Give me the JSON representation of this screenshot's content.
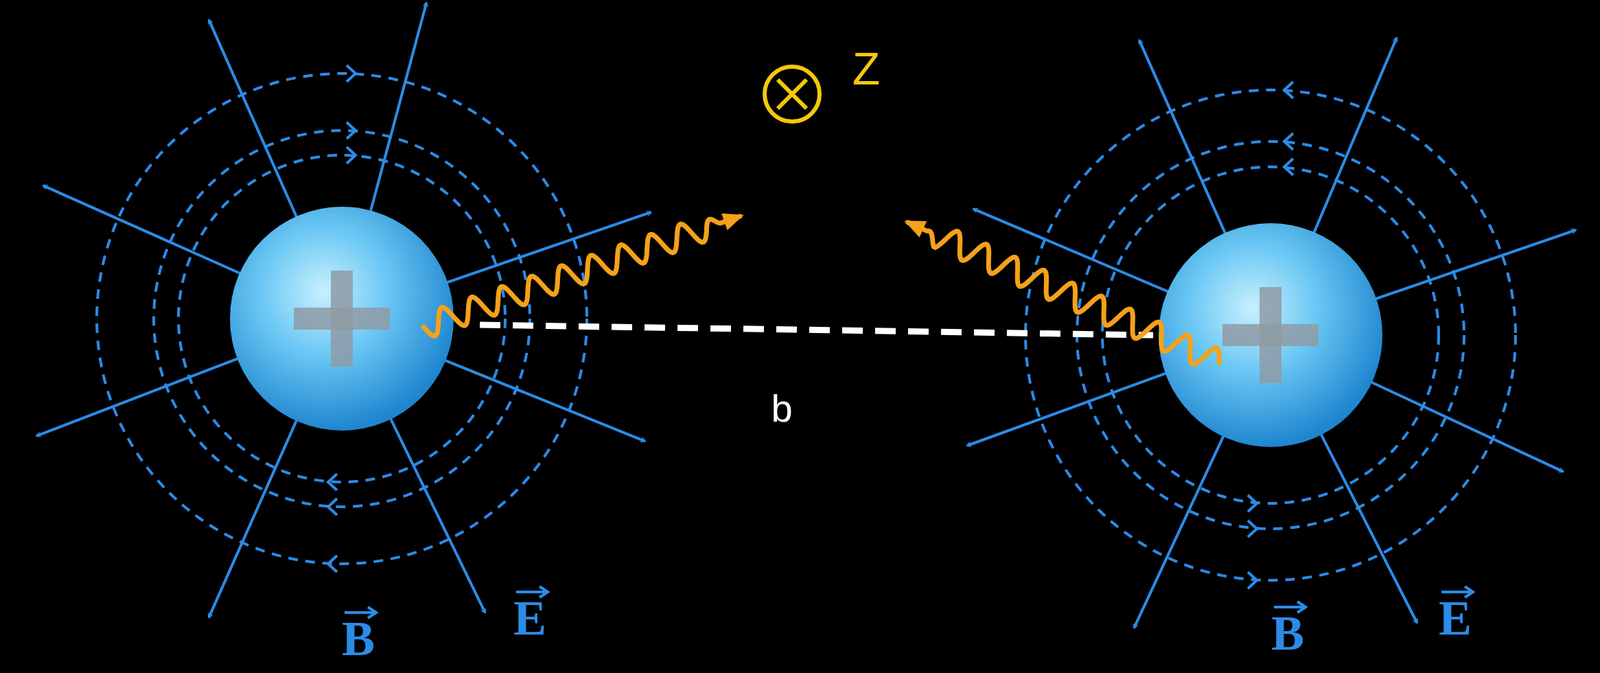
{
  "diagram": {
    "labels": [
      "Z",
      "b",
      "B",
      "E",
      "B",
      "E"
    ]
  }
}
